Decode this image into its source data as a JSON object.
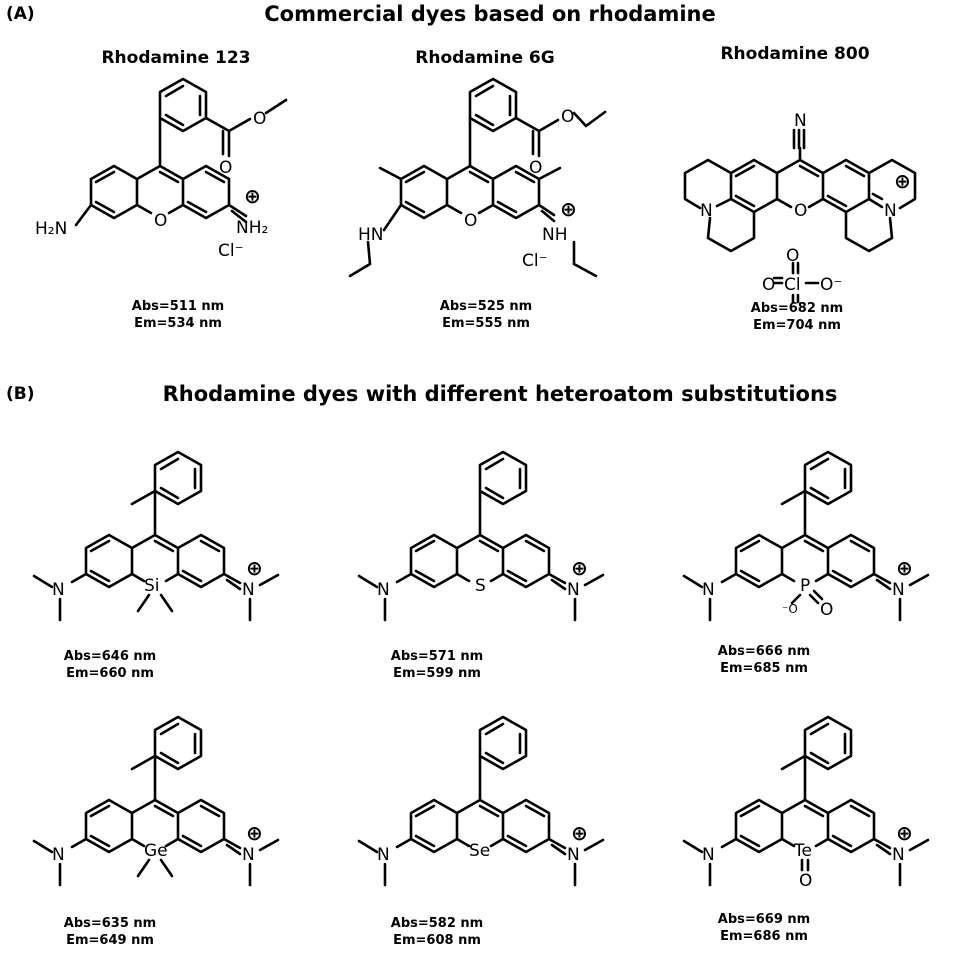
{
  "panel_a": {
    "label": "(A)",
    "title": "Commercial dyes based on rhodamine",
    "dyes": [
      {
        "name": "Rhodamine 123",
        "abs": "Abs=511 nm",
        "em": "Em=534 nm",
        "atoms": {
          "amine_left": "H₂N",
          "amine_right": "NH₂",
          "counterion": "Cl⁻",
          "ring_o": "O",
          "ester_o1": "O",
          "ester_o2": "O",
          "charge": "⊕"
        }
      },
      {
        "name": "Rhodamine 6G",
        "abs": "Abs=525 nm",
        "em": "Em=555 nm",
        "atoms": {
          "amine_left": "HN",
          "amine_right": "NH",
          "counterion": "Cl⁻",
          "ring_o": "O",
          "ester_o1": "O",
          "ester_o2": "O",
          "charge": "⊕"
        }
      },
      {
        "name": "Rhodamine 800",
        "abs": "Abs=682 nm",
        "em": "Em=704 nm",
        "atoms": {
          "nitrile_n": "N",
          "n_left": "N",
          "n_right": "N",
          "ring_o": "O",
          "perchlorate_cl": "Cl",
          "perchlorate_o": "O",
          "perchlorate_o_minus": "O⁻",
          "charge": "⊕"
        }
      }
    ]
  },
  "panel_b": {
    "label": "(B)",
    "title": "Rhodamine dyes with different heteroatom substitutions",
    "dyes": [
      {
        "heteroatom": "Si",
        "color": "#e8161e",
        "abs": "Abs=646 nm",
        "em": "Em=660 nm"
      },
      {
        "heteroatom": "S",
        "color": "#f07d1a",
        "abs": "Abs=571 nm",
        "em": "Em=599 nm"
      },
      {
        "heteroatom": "P",
        "color": "#e6177a",
        "abs": "Abs=666 nm",
        "em": "Em=685 nm",
        "extra": {
          "o_minus": "⁻O",
          "o_double": "O"
        }
      },
      {
        "heteroatom": "Ge",
        "color": "#1f2de6",
        "abs": "Abs=635 nm",
        "em": "Em=649 nm"
      },
      {
        "heteroatom": "Se",
        "color": "#e61ae6",
        "abs": "Abs=582 nm",
        "em": "Em=608 nm"
      },
      {
        "heteroatom": "Te",
        "color": "#000000",
        "abs": "Abs=669 nm",
        "em": "Em=686 nm",
        "extra": {
          "o_double": "O"
        }
      }
    ],
    "n_label": "N",
    "charge": "⊕"
  }
}
